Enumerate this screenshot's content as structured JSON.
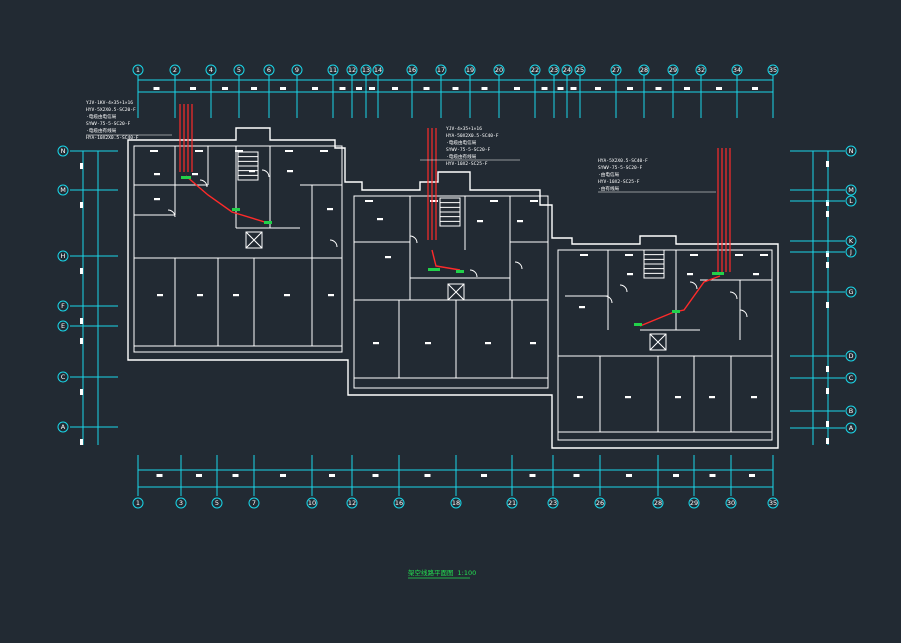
{
  "drawing": {
    "title": "架空线路平面图",
    "scale": "1:100",
    "top_axes": [
      "1",
      "2",
      "4",
      "5",
      "6",
      "9",
      "11",
      "12",
      "13",
      "14",
      "16",
      "17",
      "19",
      "20",
      "22",
      "23",
      "24",
      "25",
      "27",
      "28",
      "29",
      "32",
      "34",
      "35"
    ],
    "bottom_axes": [
      "1",
      "3",
      "5",
      "7",
      "10",
      "12",
      "16",
      "18",
      "21",
      "23",
      "26",
      "28",
      "29",
      "30",
      "35"
    ],
    "left_axes": [
      "N",
      "M",
      "H",
      "F",
      "E",
      "C",
      "A"
    ],
    "right_axes": [
      "N",
      "M",
      "L",
      "K",
      "J",
      "G",
      "D",
      "C",
      "B",
      "A"
    ],
    "notes_left": [
      "YJV-1KV-4×35+1×16",
      "HYV-5X2X0.5-SC20-F",
      "·电缆由电信局",
      "SYWV-75-5-SC20-F",
      "·电缆由有线局",
      "HYA-10X2X0.5-SC40-F"
    ],
    "notes_middle": [
      "YJV-4×35+1×16",
      "HYA-50X2X0.5-SC40-F",
      "·电缆由电信局",
      "SYWV-75-5-SC20-F",
      "·电缆由有线局",
      "HYV-10X2-SC25-F"
    ],
    "notes_right": [
      "HYA-5X2X0.5-SC40-F",
      "SYWV-75-5-SC20-F",
      "·由电信局",
      "HYV-10X2-SC25-F",
      "·由有线局"
    ]
  },
  "colors": {
    "background": "#222a33",
    "wall": "#ffffff",
    "axis": "#19d6e8",
    "cable": "#ff2a2a",
    "junction": "#22d14a"
  }
}
